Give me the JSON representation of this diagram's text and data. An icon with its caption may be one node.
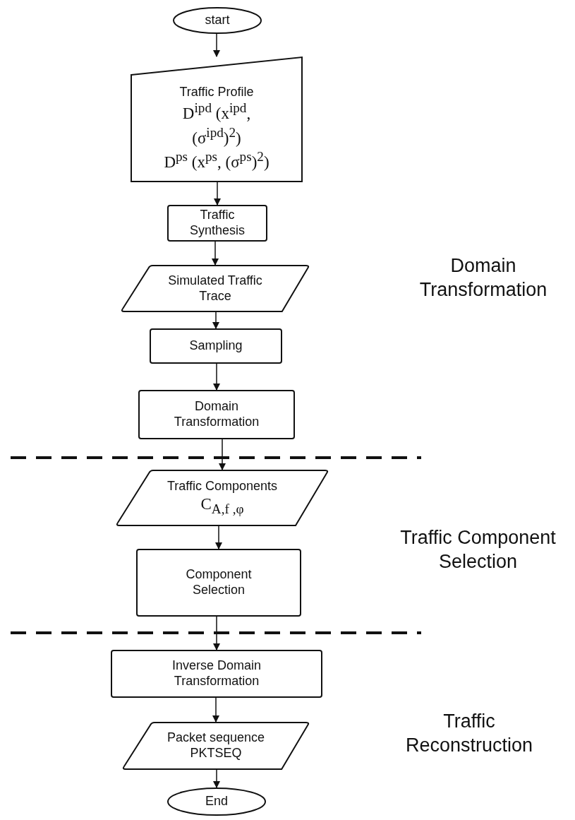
{
  "diagram": {
    "nodes": [
      {
        "text": [
          "start"
        ]
      },
      {
        "text": [
          "Traffic Profile",
          "D$^{ipd}$ (x$^{ipd}$, (σ$^{ipd}$)$^{2}$)",
          "D$^{ps}$ (x$^{ps}$, (σ$^{ps}$)$^{2}$)"
        ]
      },
      {
        "text": [
          "Traffic Synthesis"
        ]
      },
      {
        "text": [
          "Simulated Traffic Trace"
        ]
      },
      {
        "text": [
          "Sampling"
        ]
      },
      {
        "text": [
          "Domain Transformation"
        ]
      },
      {
        "text": [
          "Traffic Components",
          "C$_{A,f ,φ}$"
        ]
      },
      {
        "text": [
          "Component Selection"
        ]
      },
      {
        "text": [
          "Inverse Domain Transformation"
        ]
      },
      {
        "text": [
          "Packet sequence PKTSEQ"
        ]
      },
      {
        "text": [
          "End"
        ]
      }
    ],
    "edges": [
      {
        "from": 0,
        "to": 1,
        "arrow": "to"
      },
      {
        "from": 1,
        "to": 2,
        "arrow": "to"
      },
      {
        "from": 2,
        "to": 3,
        "arrow": "to"
      },
      {
        "from": 3,
        "to": 4,
        "arrow": "to"
      },
      {
        "from": 4,
        "to": 5,
        "arrow": "to"
      },
      {
        "from": 5,
        "to": 6,
        "arrow": "to"
      },
      {
        "from": 6,
        "to": 7,
        "arrow": "to"
      },
      {
        "from": 7,
        "to": 8,
        "arrow": "to"
      },
      {
        "from": 8,
        "to": 9,
        "arrow": "to"
      },
      {
        "from": 9,
        "to": 10,
        "arrow": "to"
      }
    ],
    "labels": [
      "Domain Transformation",
      "Traffic Component Selection",
      "Traffic Reconstruction"
    ]
  }
}
